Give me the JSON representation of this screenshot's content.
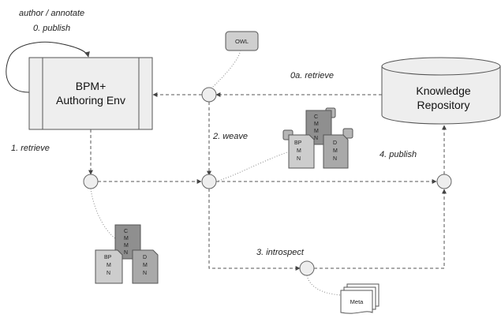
{
  "labels": {
    "author_annotate": "author / annotate",
    "publish0": "0. publish",
    "retrieve0a": "0a. retrieve",
    "retrieve1": "1. retrieve",
    "weave2": "2. weave",
    "introspect3": "3. introspect",
    "publish4": "4. publish"
  },
  "boxes": {
    "authoring_line1": "BPM+",
    "authoring_line2": "Authoring Env",
    "repo_line1": "Knowledge",
    "repo_line2": "Repository",
    "owl": "OWL",
    "meta": "Meta"
  },
  "docs": {
    "cmmn": [
      "C",
      "M",
      "M",
      "N"
    ],
    "bpmn": [
      "BP",
      "M",
      "N"
    ],
    "dmn": [
      "D",
      "M",
      "N"
    ]
  }
}
